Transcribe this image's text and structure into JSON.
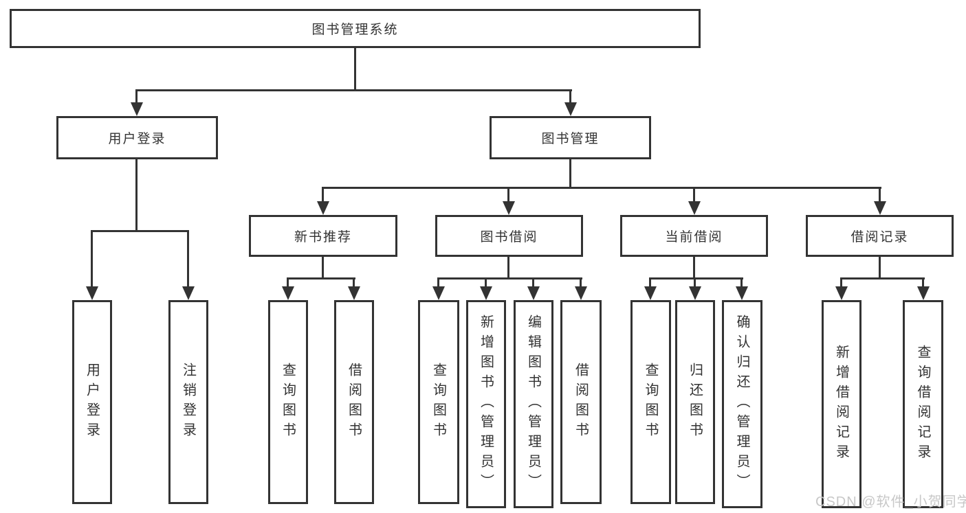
{
  "colors": {
    "line": "#333333",
    "text": "#333333",
    "background": "#ffffff",
    "watermark": "#c8c8c8"
  },
  "diagram": {
    "root": "图书管理系统",
    "user_login": {
      "label": "用户登录",
      "children": [
        "用户登录",
        "注销登录"
      ]
    },
    "book_management": {
      "label": "图书管理",
      "sections": [
        {
          "label": "新书推荐",
          "children": [
            "查询图书",
            "借阅图书"
          ]
        },
        {
          "label": "图书借阅",
          "children": [
            "查询图书",
            "新增图书（管理员）",
            "编辑图书（管理员）",
            "借阅图书"
          ]
        },
        {
          "label": "当前借阅",
          "children": [
            "查询图书",
            "归还图书",
            "确认归还（管理员）"
          ]
        },
        {
          "label": "借阅记录",
          "children": [
            "新增借阅记录",
            "查询借阅记录"
          ]
        }
      ]
    }
  },
  "watermark": "CSDN @软件_小贺同学"
}
